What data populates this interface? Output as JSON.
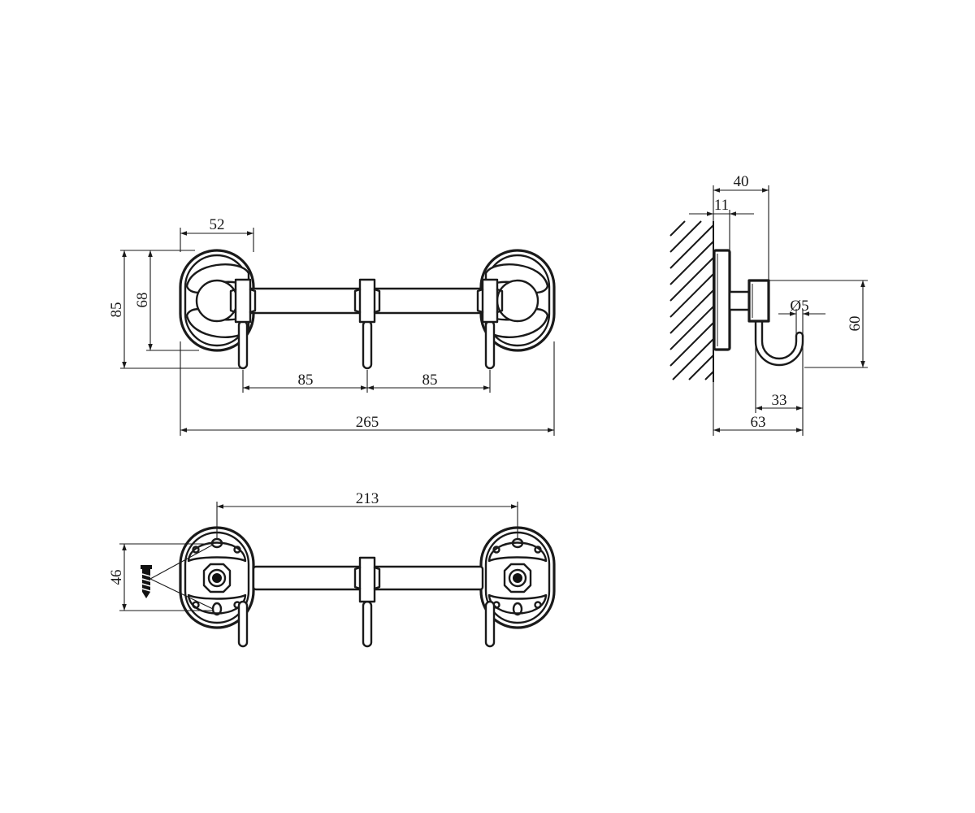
{
  "drawing": {
    "front_view": {
      "width_total": "265",
      "mount_width": "52",
      "height_total": "85",
      "height_inner": "68",
      "hook_spacing_left": "85",
      "hook_spacing_right": "85"
    },
    "side_view": {
      "depth_total": "40",
      "base_thickness": "11",
      "height": "60",
      "hook_diameter": "Ø5",
      "hook_reach": "33",
      "overall_projection": "63"
    },
    "back_view": {
      "hole_spacing": "213",
      "hole_height": "46"
    }
  }
}
